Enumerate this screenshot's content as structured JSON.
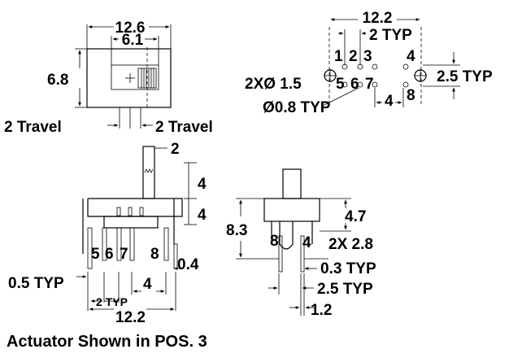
{
  "top_view": {
    "width_overall": "12.6",
    "width_actuator": "6.1",
    "height": "6.8",
    "travel_left": "2 Travel",
    "travel_right": "2 Travel"
  },
  "pcb_layout": {
    "width": "12.2",
    "pitch": "2 TYP",
    "pins_top": [
      "1",
      "2",
      "3",
      "4"
    ],
    "pins_bottom": [
      "5",
      "6",
      "7",
      "8"
    ],
    "mount_hole": "2XØ 1.5",
    "pin_hole": "Ø0.8 TYP",
    "row_spacing": "2.5 TYP",
    "spacing_4": "4"
  },
  "front_view": {
    "actuator_width": "2",
    "actuator_height": "4",
    "body_height": "4",
    "pins": [
      "5",
      "6",
      "7",
      "8"
    ],
    "pin_thickness": "0.5 TYP",
    "pin_width": "0.4",
    "spacing_4": "4",
    "pitch": "2 TYP",
    "width": "12.2"
  },
  "side_view": {
    "height": "8.3",
    "above_body": "4.7",
    "pins": [
      "8",
      "4"
    ],
    "pin_length": "2X 2.8",
    "thickness": "0.3 TYP",
    "spacing": "2.5 TYP",
    "pin_width": "1.2"
  },
  "caption": "Actuator Shown in POS. 3"
}
